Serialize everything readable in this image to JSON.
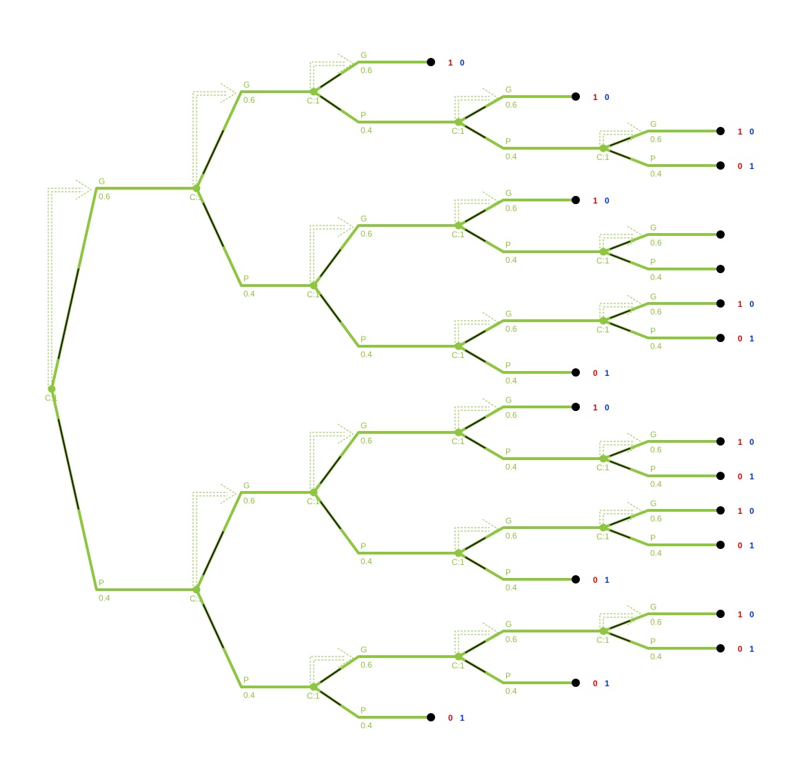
{
  "colors": {
    "branch": "#8dc63f",
    "highlight": "#1a1a1a",
    "payoff_a": "#e00000",
    "payoff_b": "#0030e0",
    "terminal": "#000000"
  },
  "labels": {
    "good": "G",
    "poor": "P",
    "p_good": "0.6",
    "p_poor": "0.4",
    "chance": "C:1"
  },
  "root": "n0",
  "nodes": {
    "n0": {
      "type": "chance",
      "children": [
        "n1",
        "n2"
      ]
    },
    "n1": {
      "type": "chance",
      "children": [
        "n3",
        "n4"
      ]
    },
    "n2": {
      "type": "chance",
      "children": [
        "n5",
        "n6"
      ]
    },
    "n3": {
      "type": "chance",
      "children": [
        "t1",
        "n7"
      ]
    },
    "n4": {
      "type": "chance",
      "children": [
        "n8",
        "n9"
      ]
    },
    "n5": {
      "type": "chance",
      "children": [
        "n10",
        "n11"
      ]
    },
    "n6": {
      "type": "chance",
      "children": [
        "n12",
        "t2"
      ]
    },
    "n7": {
      "type": "chance",
      "children": [
        "t3",
        "n13"
      ]
    },
    "n8": {
      "type": "chance",
      "children": [
        "t4",
        "n14"
      ]
    },
    "n9": {
      "type": "chance",
      "children": [
        "n15",
        "t5"
      ]
    },
    "n10": {
      "type": "chance",
      "children": [
        "t6",
        "n16"
      ]
    },
    "n11": {
      "type": "chance",
      "children": [
        "n17",
        "t7"
      ]
    },
    "n12": {
      "type": "chance",
      "children": [
        "n18",
        "t8"
      ]
    },
    "n13": {
      "type": "chance",
      "children": [
        "t9",
        "t10"
      ]
    },
    "n14": {
      "type": "chance",
      "children": [
        "t11",
        "t12"
      ]
    },
    "n15": {
      "type": "chance",
      "children": [
        "t13",
        "t14"
      ]
    },
    "n16": {
      "type": "chance",
      "children": [
        "t15",
        "t16"
      ]
    },
    "n17": {
      "type": "chance",
      "children": [
        "t17",
        "t18"
      ]
    },
    "n18": {
      "type": "chance",
      "children": [
        "t19",
        "t20"
      ]
    },
    "t1": {
      "type": "terminal",
      "payoff": [
        "1",
        "0"
      ]
    },
    "t2": {
      "type": "terminal",
      "payoff": [
        "0",
        "1"
      ]
    },
    "t3": {
      "type": "terminal",
      "payoff": [
        "1",
        "0"
      ]
    },
    "t4": {
      "type": "terminal",
      "payoff": [
        "1",
        "0"
      ]
    },
    "t5": {
      "type": "terminal",
      "payoff": [
        "0",
        "1"
      ]
    },
    "t6": {
      "type": "terminal",
      "payoff": [
        "1",
        "0"
      ]
    },
    "t7": {
      "type": "terminal",
      "payoff": [
        "0",
        "1"
      ]
    },
    "t8": {
      "type": "terminal",
      "payoff": [
        "0",
        "1"
      ]
    },
    "t9": {
      "type": "terminal",
      "payoff": [
        "1",
        "0"
      ]
    },
    "t10": {
      "type": "terminal",
      "payoff": [
        "0",
        "1"
      ]
    },
    "t11": {
      "type": "terminal",
      "payoff": []
    },
    "t12": {
      "type": "terminal",
      "payoff": []
    },
    "t13": {
      "type": "terminal",
      "payoff": [
        "1",
        "0"
      ]
    },
    "t14": {
      "type": "terminal",
      "payoff": [
        "0",
        "1"
      ]
    },
    "t15": {
      "type": "terminal",
      "payoff": [
        "1",
        "0"
      ]
    },
    "t16": {
      "type": "terminal",
      "payoff": [
        "0",
        "1"
      ]
    },
    "t17": {
      "type": "terminal",
      "payoff": [
        "1",
        "0"
      ]
    },
    "t18": {
      "type": "terminal",
      "payoff": [
        "0",
        "1"
      ]
    },
    "t19": {
      "type": "terminal",
      "payoff": [
        "1",
        "0"
      ]
    },
    "t20": {
      "type": "terminal",
      "payoff": [
        "0",
        "1"
      ]
    }
  }
}
